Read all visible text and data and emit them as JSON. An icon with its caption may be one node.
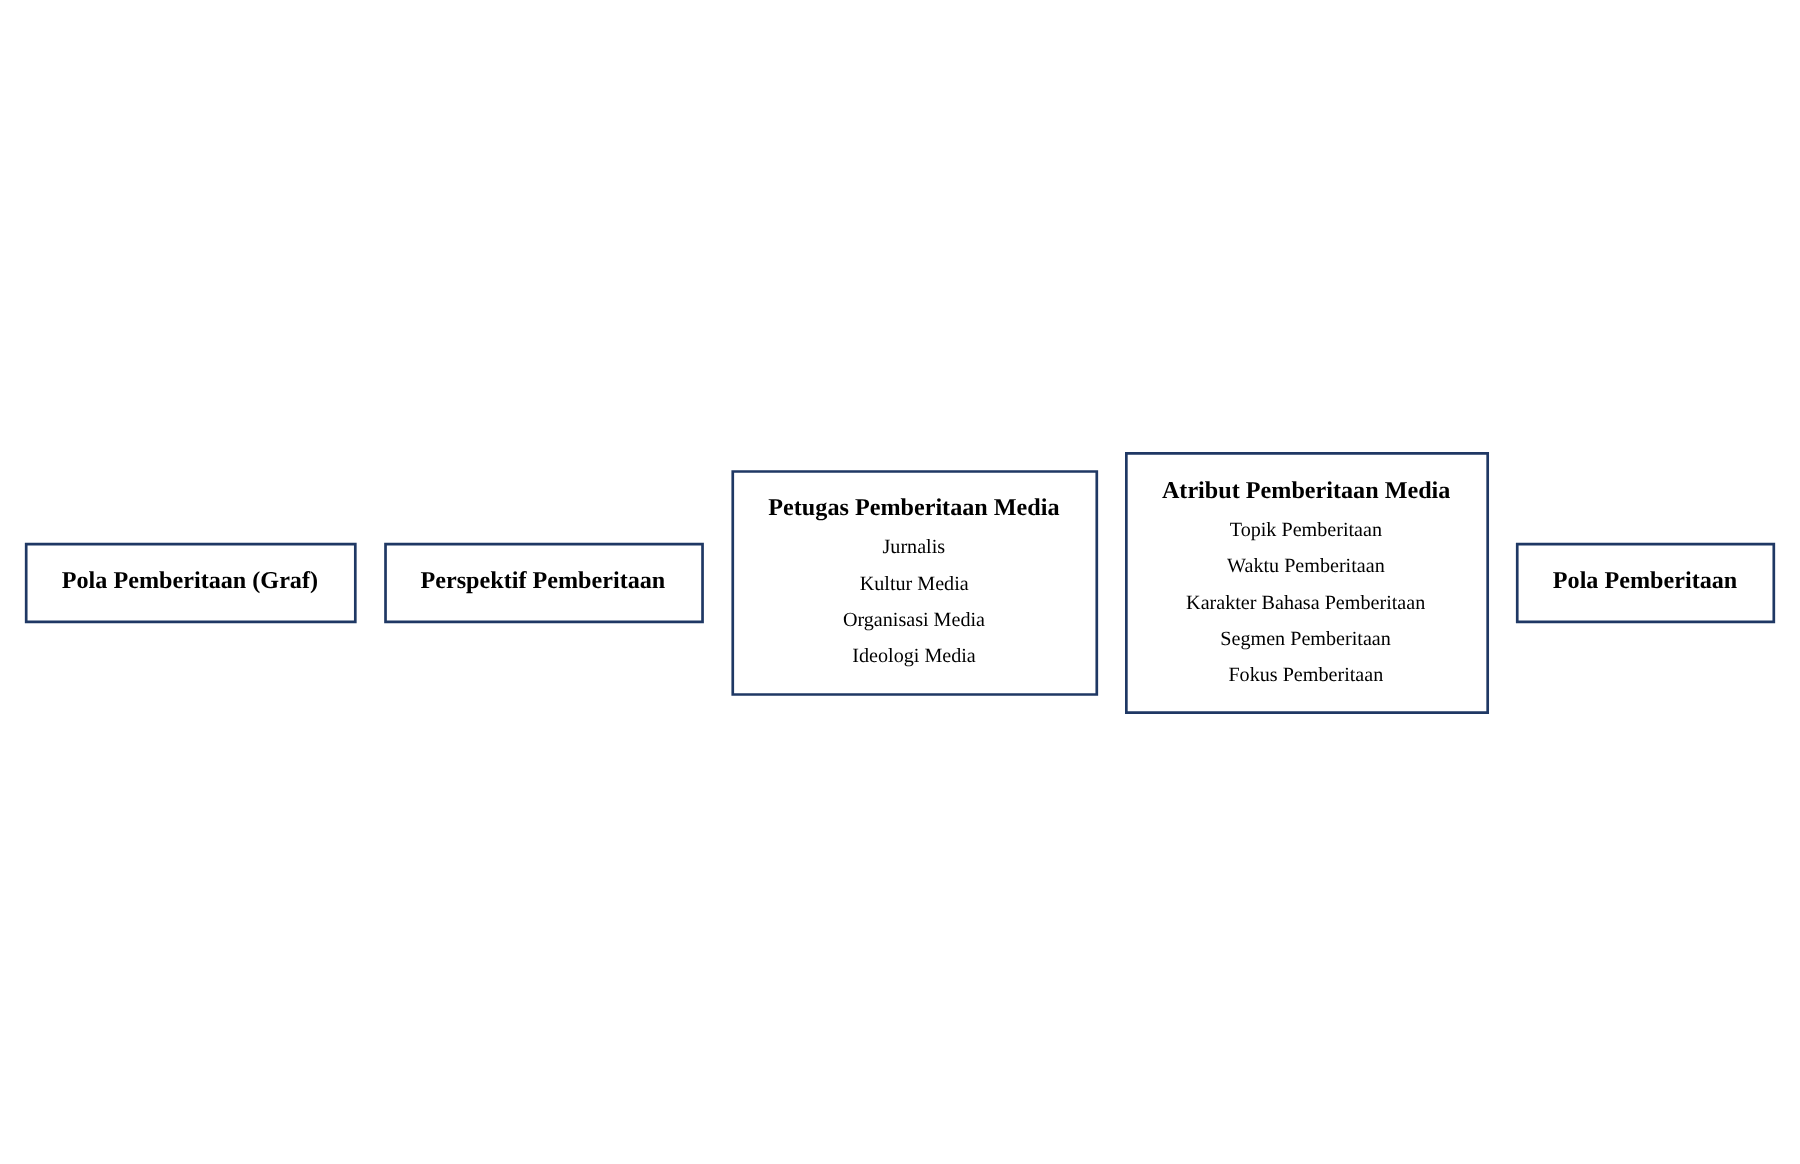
{
  "diagram": {
    "nodes": [
      {
        "text": [
          "Pola Pemberitaan (Graf)"
        ]
      },
      {
        "text": [
          "Perspektif Pemberitaan"
        ]
      },
      {
        "text": [
          "Petugas Pemberitaan Media",
          "Jurnalis",
          "Kultur Media",
          "Organisasi Media",
          "Ideologi Media"
        ]
      },
      {
        "text": [
          "Atribut Pemberitaan Media",
          "Topik Pemberitaan",
          "Waktu Pemberitaan",
          "Karakter Bahasa Pemberitaan",
          "Segmen Pemberitaan",
          "Fokus Pemberitaan"
        ]
      },
      {
        "text": [
          "Pola Pemberitaan"
        ]
      }
    ],
    "edges": []
  }
}
